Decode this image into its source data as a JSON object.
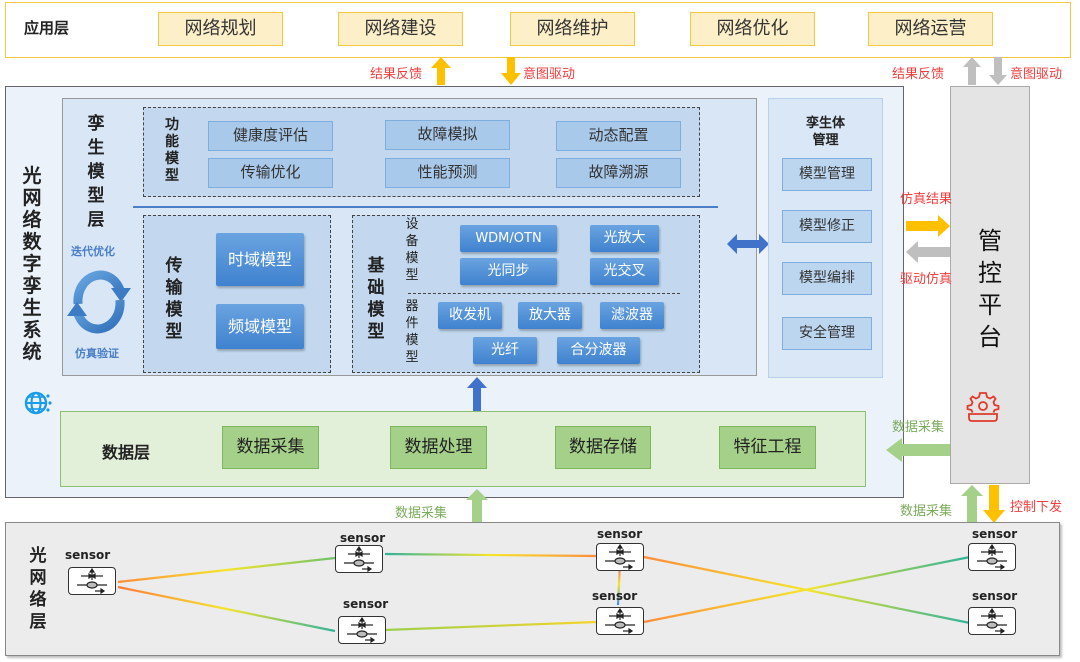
{
  "app_layer": {
    "title": "应用层",
    "items": [
      "网络规划",
      "网络建设",
      "网络维护",
      "网络优化",
      "网络运营"
    ]
  },
  "arrows": {
    "result_feedback": "结果反馈",
    "intent_driven": "意图驱动",
    "result_feedback_right": "结果反馈",
    "intent_driven_right": "意图驱动",
    "sim_result": "仿真结果",
    "drive_sim": "驱动仿真",
    "data_collect_ctrl": "数据采集",
    "data_collect_bottom": "数据采集",
    "data_collect_right": "数据采集",
    "control_issue": "控制下发"
  },
  "twin_system": {
    "title": "光网络数字孪生系统",
    "model_layer": {
      "title": "孪生模型层",
      "iterate_label": "迭代优化",
      "verify_label": "仿真验证",
      "function_model": {
        "title": "功能模型",
        "items": [
          "健康度评估",
          "故障模拟",
          "动态配置",
          "传输优化",
          "性能预测",
          "故障溯源"
        ]
      },
      "transmission_model": {
        "title": "传输模型",
        "items": [
          "时域模型",
          "频域模型"
        ]
      },
      "basic_model": {
        "title": "基础模型",
        "device_model": {
          "title": "设备模型",
          "items": [
            "WDM/OTN",
            "光放大",
            "光同步",
            "光交叉"
          ]
        },
        "component_model": {
          "title": "器件模型",
          "items": [
            "收发机",
            "放大器",
            "滤波器",
            "光纤",
            "合分波器"
          ]
        }
      }
    },
    "twin_management": {
      "title_line1": "孪生体",
      "title_line2": "管理",
      "items": [
        "模型管理",
        "模型修正",
        "模型编排",
        "安全管理"
      ]
    },
    "data_layer": {
      "title": "数据层",
      "items": [
        "数据采集",
        "数据处理",
        "数据存储",
        "特征工程"
      ]
    }
  },
  "control_platform": {
    "title": "管控平台",
    "icon": "gear-platform-icon"
  },
  "optical_layer": {
    "title": "光网络层",
    "sensors": [
      "sensor",
      "sensor",
      "sensor",
      "sensor",
      "sensor",
      "sensor",
      "sensor"
    ]
  },
  "colors": {
    "app_border": "#f5c842",
    "app_fill": "#fdf0c8",
    "red_text": "#f03c3c",
    "green_text": "#7aab5a",
    "blue_box": "#4a8ad6",
    "orange_arrow": "#ffc000",
    "gray_arrow": "#bfbfbf",
    "green_arrow": "#a5d08a"
  }
}
